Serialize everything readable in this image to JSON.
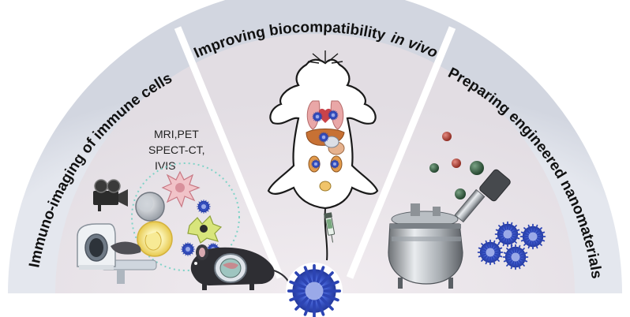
{
  "diagram": {
    "sections": [
      {
        "id": "left",
        "title": "Immuno-imaging of immune cells"
      },
      {
        "id": "middle",
        "title": "Improving biocompatibility",
        "title_italic": "in vivo"
      },
      {
        "id": "right",
        "title": "Preparing engineered nanomaterials"
      }
    ],
    "imaging_methods": {
      "line1": "MRI,PET",
      "line2": "SPECT-CT,",
      "line3": "IVIS"
    },
    "colors": {
      "outer_band": "#dcdfe8",
      "inner_fill": "#e8e3e8",
      "divider": "#ffffff",
      "nanoparticle": "#3f5ccf",
      "sphere_red": "#b0453a",
      "sphere_green": "#3e6a4a"
    },
    "icons": [
      "mri-scanner-icon",
      "video-camera-icon",
      "mouse-icon",
      "rat-icon",
      "organs-icon",
      "syringe-icon",
      "reactor-vessel-icon",
      "nanoparticle-icon",
      "immune-cell-icon"
    ]
  }
}
